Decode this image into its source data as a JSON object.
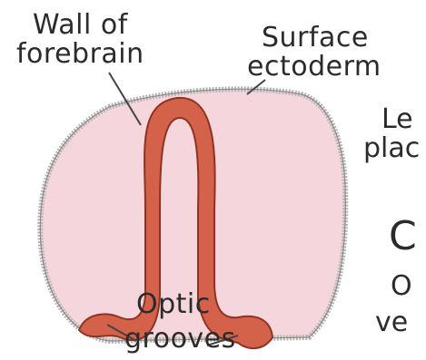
{
  "labels": {
    "wall_of_forebrain": [
      "Wall of",
      "forebrain"
    ],
    "surface_ectoderm": [
      "Surface",
      "ectoderm"
    ],
    "optic_grooves": [
      "Optic",
      "grooves"
    ],
    "lens_placode_partial": [
      "Le",
      "plac"
    ],
    "c_partial": "C",
    "optic_vesicle_partial": [
      "O",
      "ve"
    ]
  },
  "colors": {
    "embryo_fill": "#f5d6dc",
    "ectoderm_outline": "#9a9a9a",
    "neural_wall": "#d4614a",
    "neural_wall_edge": "#8e3322",
    "leader_line": "#444444",
    "text": "#2b2b2b"
  }
}
